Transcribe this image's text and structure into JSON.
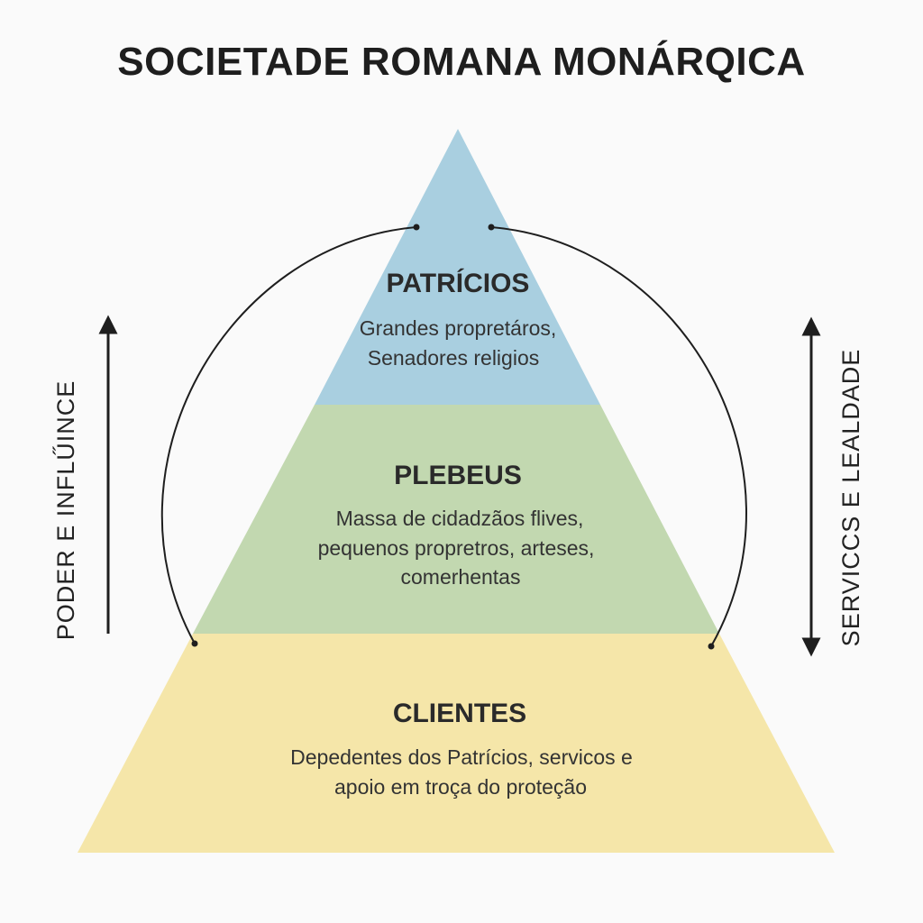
{
  "title": "SOCIETADE ROMANA MONÁRQICA",
  "colors": {
    "top_tier": "#a9cfe0",
    "middle_tier": "#c2d8b0",
    "bottom_tier": "#f5e6a9",
    "lines": "#1e1e1e"
  },
  "tiers": [
    {
      "name": "PATRÍCIOS",
      "lines": [
        "Grandes propretáros,",
        "Senadores religios"
      ]
    },
    {
      "name": "PLEBEUS",
      "lines": [
        "Massa de cidadzãos flives,",
        "pequenos propretros, arteses,",
        "comerhentas"
      ]
    },
    {
      "name": "CLIENTES",
      "lines": [
        "Depedentes dos Patrícios, servicos e",
        "apoio em troça do proteção"
      ]
    }
  ],
  "left_arrow": {
    "label": "PODER E INFLŰINCE",
    "icon": "arrow-up-icon"
  },
  "right_arrow": {
    "label": "SERVICCS E LEALDADE",
    "icon": "double-arrow-vertical-icon"
  }
}
